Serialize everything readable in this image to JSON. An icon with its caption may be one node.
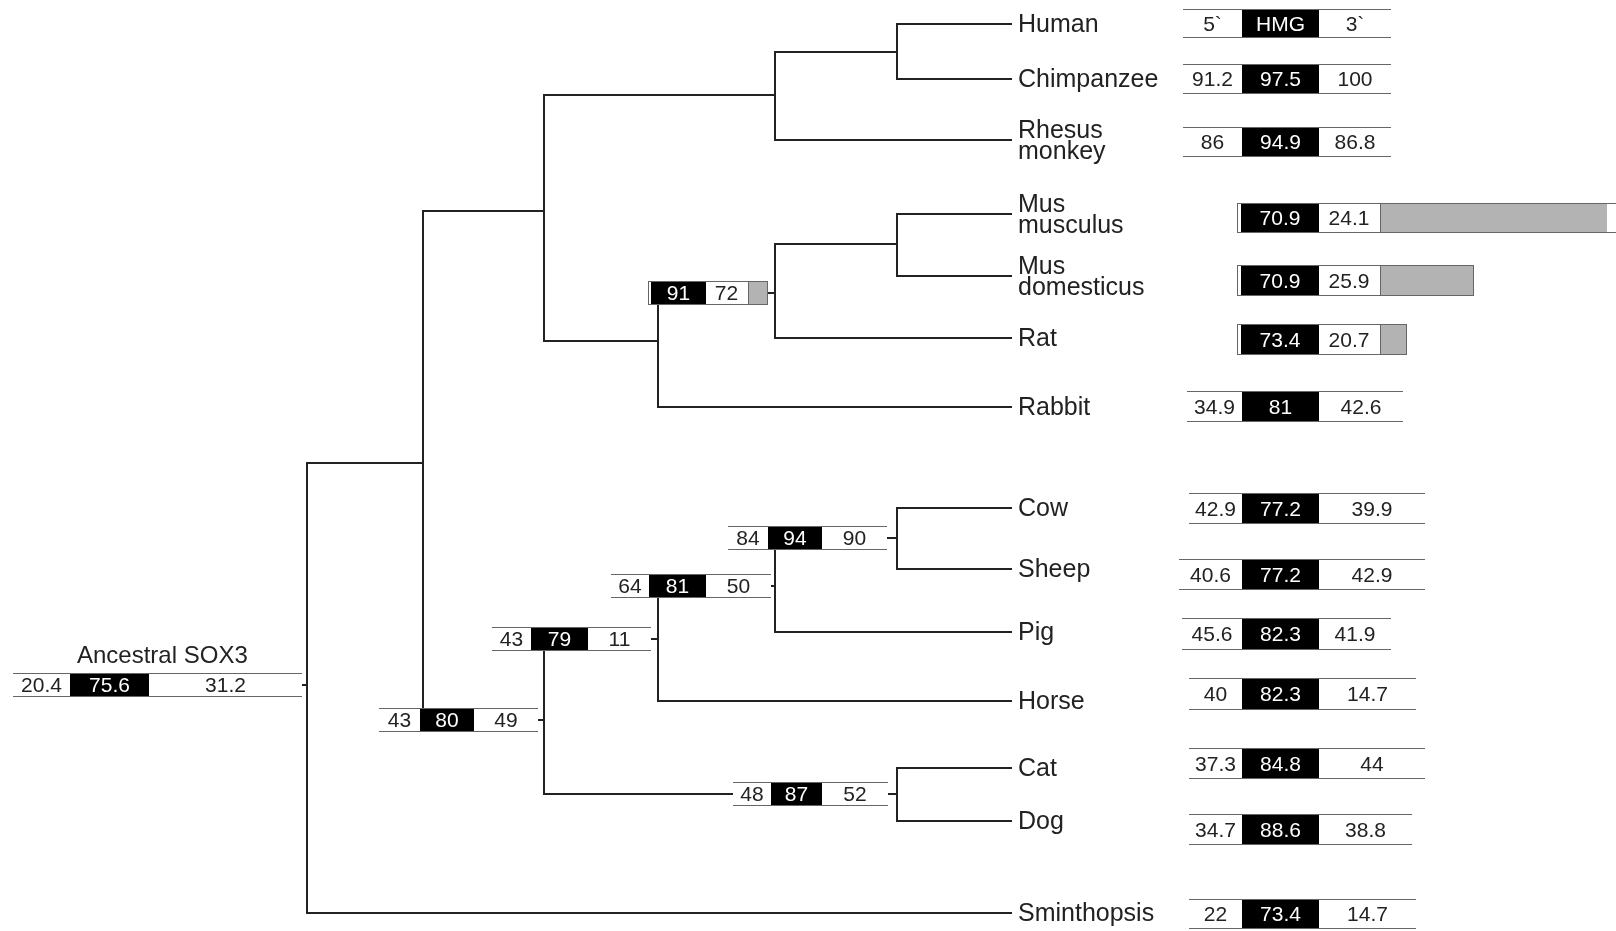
{
  "diagram": {
    "nodes": [
      {
        "text": [
          "Human"
        ]
      },
      {
        "text": [
          "5`",
          "HMG",
          "3`"
        ]
      },
      {
        "text": [
          "Chimpanzee"
        ]
      },
      {
        "text": [
          "91.2",
          "97.5",
          "100"
        ]
      },
      {
        "text": [
          "Rhesus monkey"
        ]
      },
      {
        "text": [
          "86",
          "94.9",
          "86.8"
        ]
      },
      {
        "text": [
          "Mus musculus"
        ]
      },
      {
        "text": [
          "70.9",
          "24.1"
        ]
      },
      {
        "text": [
          "91",
          "72"
        ]
      },
      {
        "text": [
          "Mus domesticus"
        ]
      },
      {
        "text": [
          "70.9",
          "25.9"
        ]
      },
      {
        "text": [
          "Rat"
        ]
      },
      {
        "text": [
          "73.4",
          "20.7"
        ]
      },
      {
        "text": [
          "Rabbit"
        ]
      },
      {
        "text": [
          "34.9",
          "81",
          "42.6"
        ]
      },
      {
        "text": [
          "Cow"
        ]
      },
      {
        "text": [
          "42.9",
          "77.2",
          "39.9"
        ]
      },
      {
        "text": [
          "84",
          "94",
          "90"
        ]
      },
      {
        "text": [
          "Sheep"
        ]
      },
      {
        "text": [
          "40.6",
          "77.2",
          "42.9"
        ]
      },
      {
        "text": [
          "64",
          "81",
          "50"
        ]
      },
      {
        "text": [
          "Pig"
        ]
      },
      {
        "text": [
          "45.6",
          "82.3",
          "41.9"
        ]
      },
      {
        "text": [
          "43",
          "79",
          "11"
        ]
      },
      {
        "text": [
          "Ancestral SOX3",
          "20.4",
          "75.6",
          "31.2"
        ]
      },
      {
        "text": [
          "Horse"
        ]
      },
      {
        "text": [
          "40",
          "82.3",
          "14.7"
        ]
      },
      {
        "text": [
          "43",
          "80",
          "49"
        ]
      },
      {
        "text": [
          "Cat"
        ]
      },
      {
        "text": [
          "37.3",
          "84.8",
          "44"
        ]
      },
      {
        "text": [
          "48",
          "87",
          "52"
        ]
      },
      {
        "text": [
          "Dog"
        ]
      },
      {
        "text": [
          "34.7",
          "88.6",
          "38.8"
        ]
      },
      {
        "text": [
          "Sminthopsis"
        ]
      },
      {
        "text": [
          "22",
          "73.4",
          "14.7"
        ]
      }
    ],
    "edges": [
      {
        "from": 24,
        "to": 0,
        "arrow": "none"
      },
      {
        "from": 24,
        "to": 2,
        "arrow": "none"
      },
      {
        "from": 24,
        "to": 4,
        "arrow": "none"
      },
      {
        "from": 24,
        "to": 8,
        "arrow": "none"
      },
      {
        "from": 24,
        "to": 27,
        "arrow": "none"
      },
      {
        "from": 24,
        "to": 33,
        "arrow": "none"
      },
      {
        "from": 8,
        "to": 6,
        "arrow": "none"
      },
      {
        "from": 8,
        "to": 9,
        "arrow": "none"
      },
      {
        "from": 8,
        "to": 11,
        "arrow": "none"
      },
      {
        "from": 8,
        "to": 13,
        "arrow": "none"
      },
      {
        "from": 27,
        "to": 23,
        "arrow": "none"
      },
      {
        "from": 27,
        "to": 30,
        "arrow": "none"
      },
      {
        "from": 23,
        "to": 20,
        "arrow": "none"
      },
      {
        "from": 23,
        "to": 25,
        "arrow": "none"
      },
      {
        "from": 20,
        "to": 17,
        "arrow": "none"
      },
      {
        "from": 20,
        "to": 21,
        "arrow": "none"
      },
      {
        "from": 17,
        "to": 15,
        "arrow": "none"
      },
      {
        "from": 17,
        "to": 18,
        "arrow": "none"
      },
      {
        "from": 30,
        "to": 28,
        "arrow": "none"
      },
      {
        "from": 30,
        "to": 31,
        "arrow": "none"
      }
    ]
  }
}
